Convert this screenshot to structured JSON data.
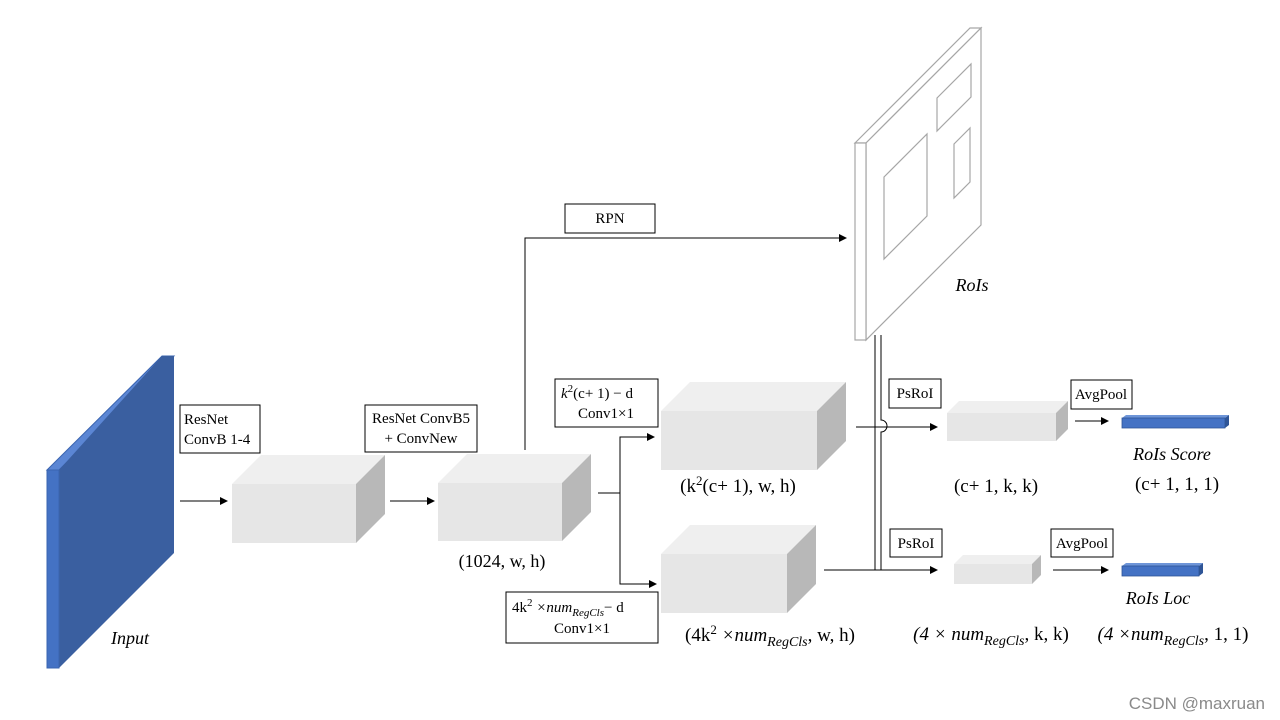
{
  "input_label": "Input",
  "stage1_label": {
    "line1": "ResNet",
    "line2": "ConvB 1-4"
  },
  "stage2_label": {
    "line1": "ResNet ConvB5",
    "line2": "+ ConvNew"
  },
  "feature_dims": "(1024, w, h)",
  "rpn_label": "RPN",
  "rois_label": "RoIs",
  "cls_conv_label": {
    "k": "k",
    "exp": "2",
    "expr": "(c+ 1) − d",
    "line2": "Conv1×1"
  },
  "cls_feature_dims": {
    "open": "(k",
    "exp": "2",
    "rest": "(c+ 1), w, h)"
  },
  "reg_conv_label": {
    "pre": "4k",
    "exp": "2",
    "mid": " ×num",
    "sub": "RegCls",
    "post": "− d",
    "line2": "Conv1×1"
  },
  "reg_feature_dims": {
    "pre": "(4k",
    "exp": "2",
    "mid": " ×num",
    "sub": "RegCls",
    "post": ", w, h)"
  },
  "psroi_top_label": "PsRoI",
  "psroi_bottom_label": "PsRoI",
  "avgpool_top_label": "AvgPool",
  "avgpool_bottom_label": "AvgPool",
  "cls_pooled_dims": "(c+ 1, k, k)",
  "reg_pooled_dims": {
    "pre": "(4 × num",
    "sub": "RegCls",
    "post": ", k, k)"
  },
  "rois_score_label": "RoIs Score",
  "rois_score_dims": "(c+ 1, 1, 1)",
  "rois_loc_label": "RoIs Loc",
  "rois_loc_dims": {
    "pre": "(4 ×num",
    "sub": "RegCls",
    "post": ", 1, 1)"
  },
  "watermark": "CSDN @maxruan",
  "colors": {
    "input_fill": "#3a5fa0",
    "input_edge": "#4472c4",
    "block_front": "#e6e6e6",
    "block_top": "#efefef",
    "block_side": "#b8b8b8",
    "line": "#000000",
    "rois_stroke": "#a6a6a6"
  }
}
